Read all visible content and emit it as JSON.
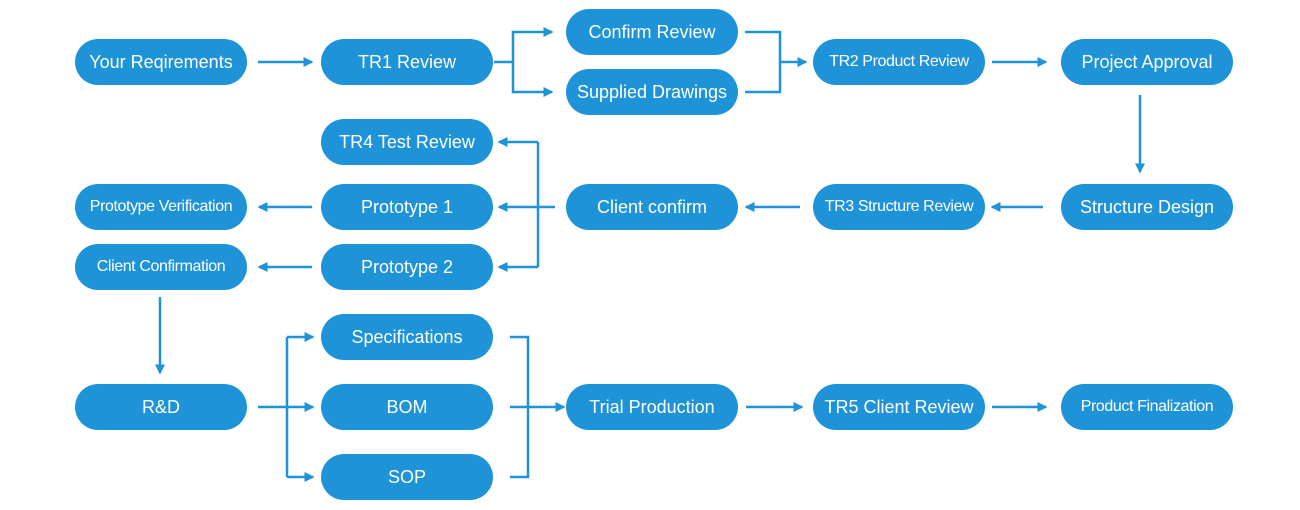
{
  "colors": {
    "node_fill": "#1e93d8",
    "node_text": "#ffffff",
    "arrow": "#1e93d8",
    "background": "#ffffff"
  },
  "nodes": {
    "requirements": "Your Reqirements",
    "tr1": "TR1 Review",
    "confirm_review": "Confirm Review",
    "supplied_drawings": "Supplied Drawings",
    "tr2": "TR2 Product Review",
    "project_approval": "Project Approval",
    "structure_design": "Structure Design",
    "tr3": "TR3 Structure Review",
    "client_confirm": "Client confirm",
    "tr4": "TR4 Test Review",
    "prototype1": "Prototype 1",
    "prototype2": "Prototype 2",
    "prototype_verification": "Prototype Verification",
    "client_confirmation": "Client Confirmation",
    "rnd": "R&D",
    "specifications": "Specifications",
    "bom": "BOM",
    "sop": "SOP",
    "trial_production": "Trial Production",
    "tr5": "TR5 Client Review",
    "product_finalization": "Product Finalization"
  }
}
